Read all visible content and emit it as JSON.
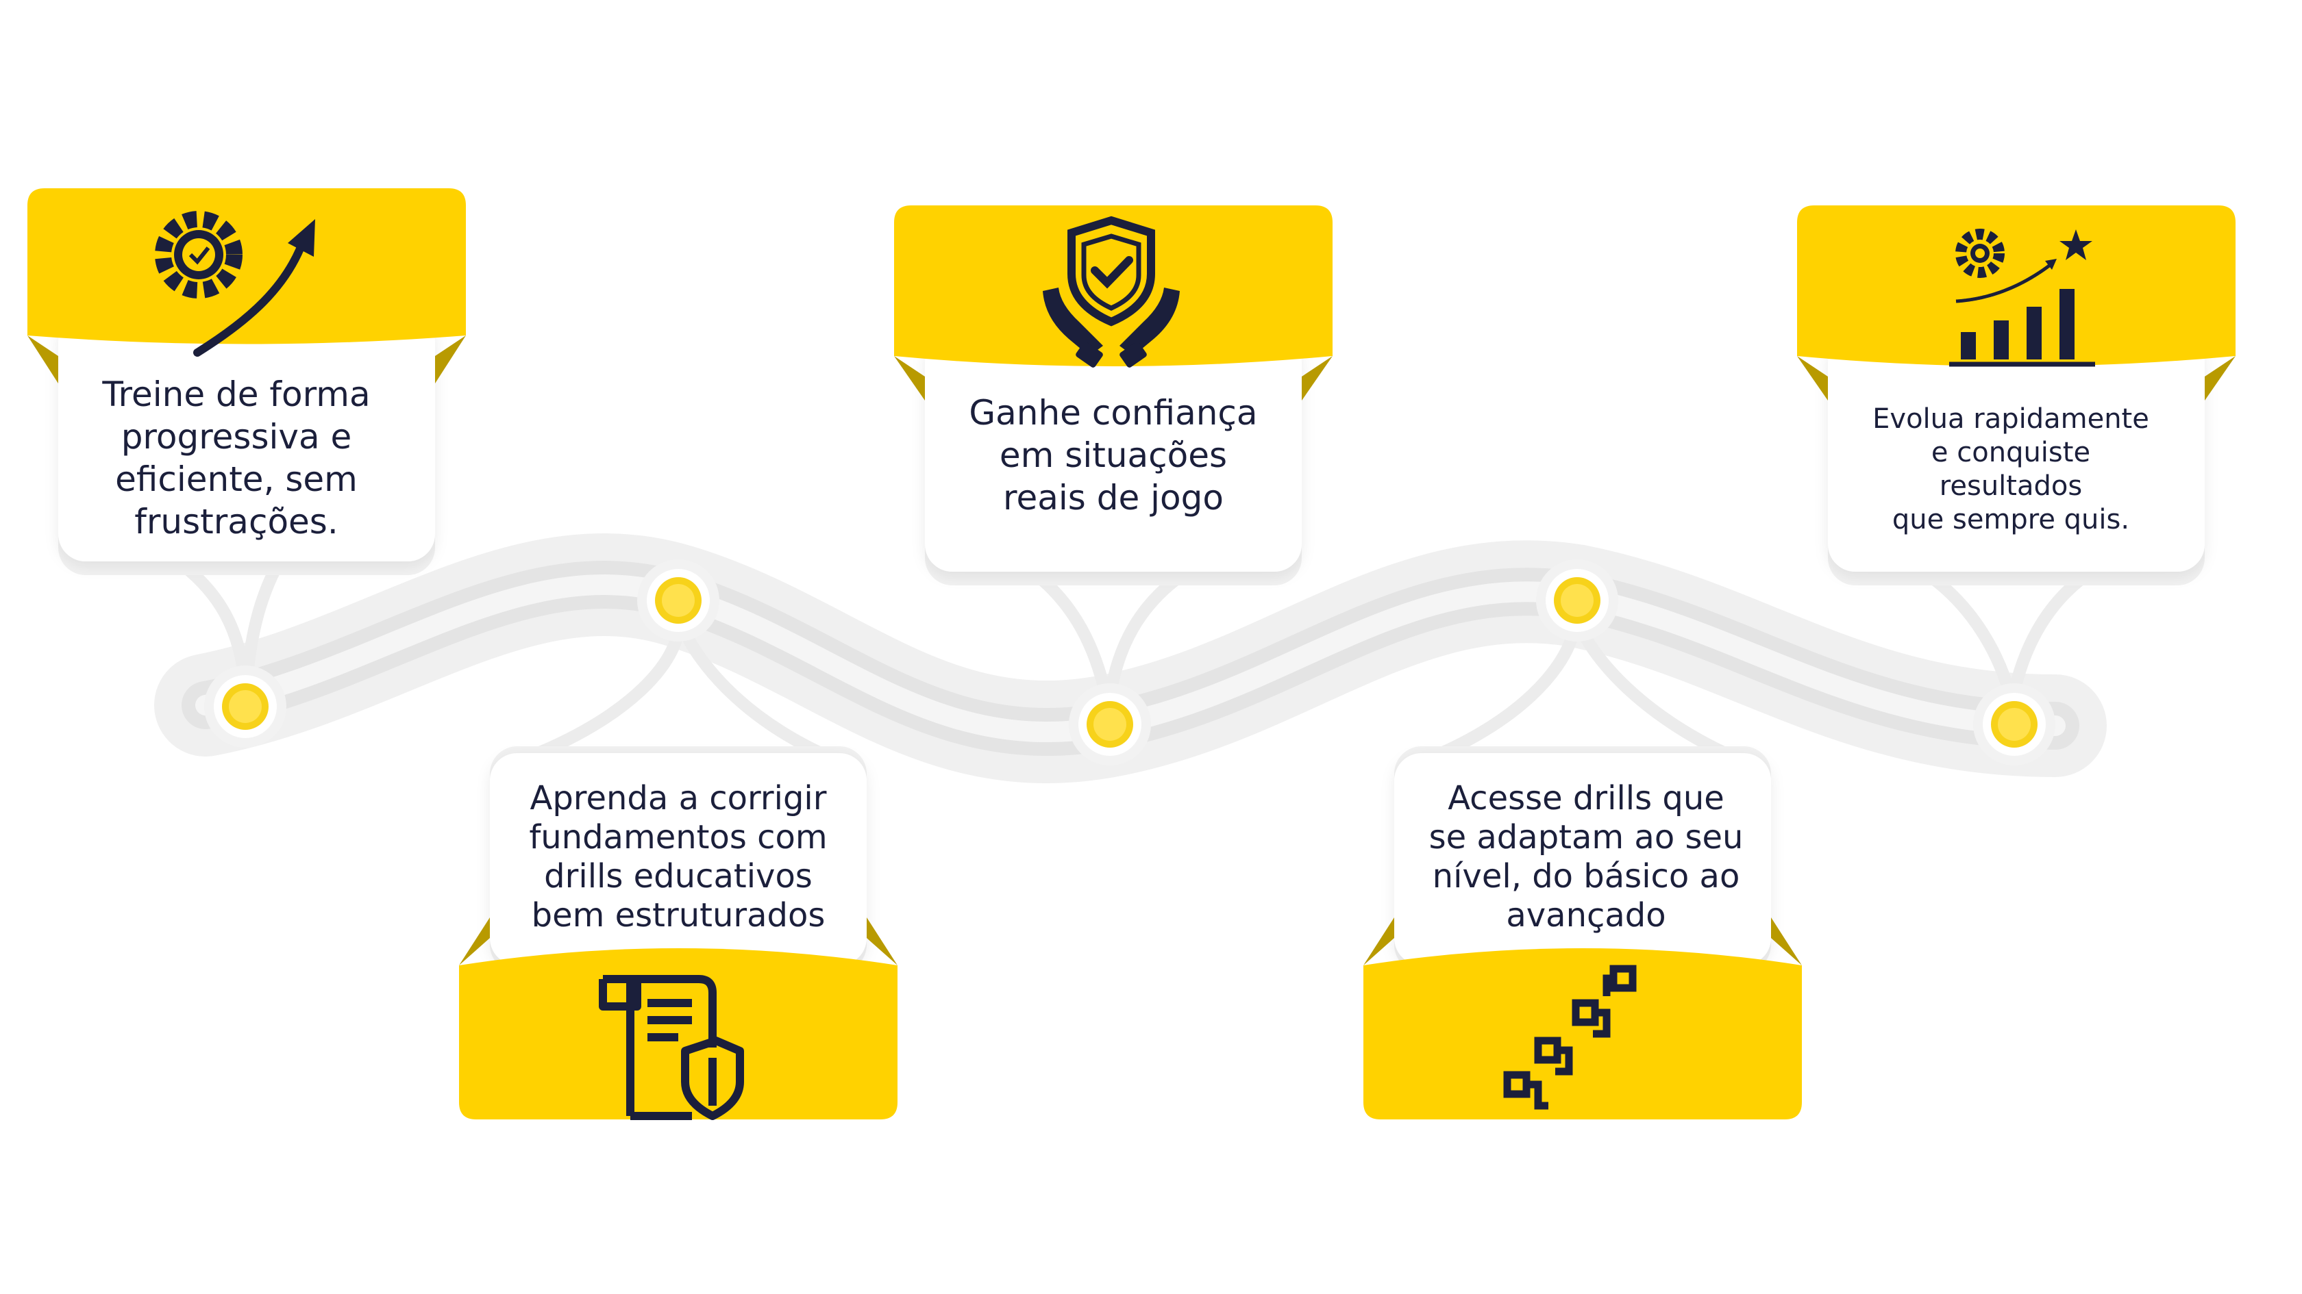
{
  "colors": {
    "accent": "#ffd200",
    "accent_dark": "#b89a00",
    "icon": "#1b1f3b",
    "dot": "#f7d21a",
    "track": "#eeeeee",
    "track_line": "#dcdcdc",
    "card": "#ffffff"
  },
  "steps": [
    {
      "text": "Treine de forma\nprogressiva e\neficiente, sem\nfrustrações.",
      "icon": "gear-arrow-up-icon"
    },
    {
      "text": "Aprenda a corrigir\nfundamentos com\ndrills educativos\nbem estruturados",
      "icon": "document-shield-icon"
    },
    {
      "text": "Ganhe confiança\nem situações\nreais de jogo",
      "icon": "hands-shield-check-icon"
    },
    {
      "text": "Acesse drills que\nse adaptam ao seu\nnível, do básico ao\navançado",
      "icon": "stairs-squares-icon"
    },
    {
      "text": "Evolua rapidamente\ne conquiste\nresultados\nque sempre quis.",
      "icon": "growth-chart-gear-star-icon"
    }
  ]
}
